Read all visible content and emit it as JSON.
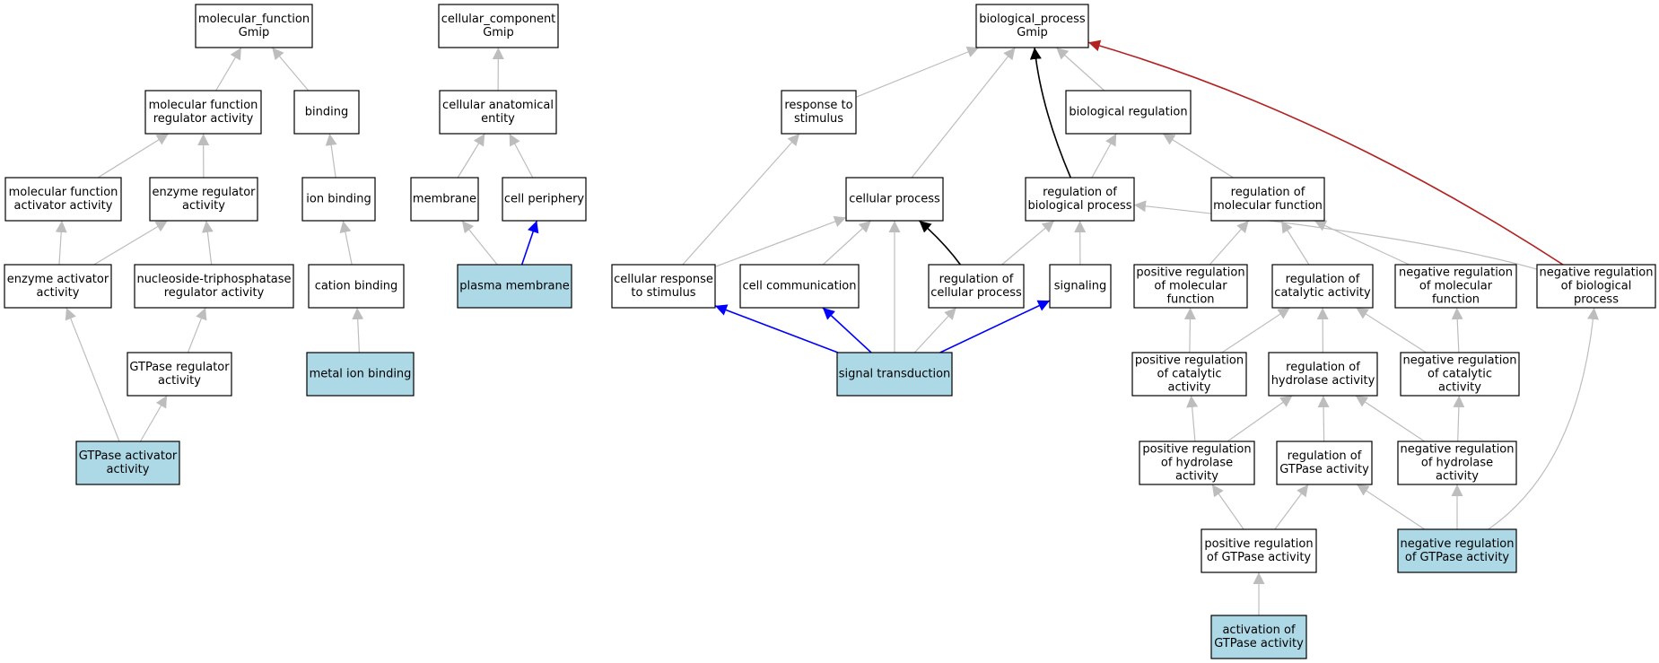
{
  "colors": {
    "node_fill": "#ffffff",
    "node_highlight": "#add8e6",
    "edge_default": "#bdbdbd",
    "edge_blue": "#0000ff",
    "edge_black": "#000000",
    "edge_red": "#b22222"
  },
  "nodes": [
    {
      "id": "mf_root",
      "lines": [
        "molecular_function",
        "Gmip"
      ],
      "highlight": false
    },
    {
      "id": "cc_root",
      "lines": [
        "cellular_component",
        "Gmip"
      ],
      "highlight": false
    },
    {
      "id": "bp_root",
      "lines": [
        "biological_process",
        "Gmip"
      ],
      "highlight": false
    },
    {
      "id": "mf_reg",
      "lines": [
        "molecular function",
        "regulator activity"
      ],
      "highlight": false
    },
    {
      "id": "binding",
      "lines": [
        "binding"
      ],
      "highlight": false
    },
    {
      "id": "cae",
      "lines": [
        "cellular anatomical",
        "entity"
      ],
      "highlight": false
    },
    {
      "id": "resp_stim",
      "lines": [
        "response to",
        "stimulus"
      ],
      "highlight": false
    },
    {
      "id": "bio_reg",
      "lines": [
        "biological regulation"
      ],
      "highlight": false
    },
    {
      "id": "mf_act",
      "lines": [
        "molecular function",
        "activator activity"
      ],
      "highlight": false
    },
    {
      "id": "enz_reg",
      "lines": [
        "enzyme regulator",
        "activity"
      ],
      "highlight": false
    },
    {
      "id": "ion_binding",
      "lines": [
        "ion binding"
      ],
      "highlight": false
    },
    {
      "id": "membrane",
      "lines": [
        "membrane"
      ],
      "highlight": false
    },
    {
      "id": "cell_periph",
      "lines": [
        "cell periphery"
      ],
      "highlight": false
    },
    {
      "id": "cell_proc",
      "lines": [
        "cellular process"
      ],
      "highlight": false
    },
    {
      "id": "reg_bp",
      "lines": [
        "regulation of",
        "biological process"
      ],
      "highlight": false
    },
    {
      "id": "reg_mf",
      "lines": [
        "regulation of",
        "molecular function"
      ],
      "highlight": false
    },
    {
      "id": "enz_act",
      "lines": [
        "enzyme activator",
        "activity"
      ],
      "highlight": false
    },
    {
      "id": "ntp_reg",
      "lines": [
        "nucleoside-triphosphatase",
        "regulator activity"
      ],
      "highlight": false
    },
    {
      "id": "cation",
      "lines": [
        "cation binding"
      ],
      "highlight": false
    },
    {
      "id": "plasma",
      "lines": [
        "plasma membrane"
      ],
      "highlight": true
    },
    {
      "id": "cell_resp",
      "lines": [
        "cellular response",
        "to stimulus"
      ],
      "highlight": false
    },
    {
      "id": "cell_comm",
      "lines": [
        "cell communication"
      ],
      "highlight": false
    },
    {
      "id": "reg_cp",
      "lines": [
        "regulation of",
        "cellular process"
      ],
      "highlight": false
    },
    {
      "id": "signaling",
      "lines": [
        "signaling"
      ],
      "highlight": false
    },
    {
      "id": "pos_reg_mf",
      "lines": [
        "positive regulation",
        "of molecular",
        "function"
      ],
      "highlight": false
    },
    {
      "id": "reg_cat",
      "lines": [
        "regulation of",
        "catalytic activity"
      ],
      "highlight": false
    },
    {
      "id": "neg_reg_mf",
      "lines": [
        "negative regulation",
        "of molecular",
        "function"
      ],
      "highlight": false
    },
    {
      "id": "neg_reg_bp",
      "lines": [
        "negative regulation",
        "of biological",
        "process"
      ],
      "highlight": false
    },
    {
      "id": "gtpase_reg",
      "lines": [
        "GTPase regulator",
        "activity"
      ],
      "highlight": false
    },
    {
      "id": "metal",
      "lines": [
        "metal ion binding"
      ],
      "highlight": true
    },
    {
      "id": "sig_trans",
      "lines": [
        "signal transduction"
      ],
      "highlight": true
    },
    {
      "id": "pos_reg_cat",
      "lines": [
        "positive regulation",
        "of catalytic",
        "activity"
      ],
      "highlight": false
    },
    {
      "id": "reg_hyd",
      "lines": [
        "regulation of",
        "hydrolase activity"
      ],
      "highlight": false
    },
    {
      "id": "neg_reg_cat",
      "lines": [
        "negative regulation",
        "of catalytic",
        "activity"
      ],
      "highlight": false
    },
    {
      "id": "gtpase_act",
      "lines": [
        "GTPase activator",
        "activity"
      ],
      "highlight": true
    },
    {
      "id": "pos_reg_hyd",
      "lines": [
        "positive regulation",
        "of hydrolase",
        "activity"
      ],
      "highlight": false
    },
    {
      "id": "reg_gtpase",
      "lines": [
        "regulation of",
        "GTPase activity"
      ],
      "highlight": false
    },
    {
      "id": "neg_reg_hyd",
      "lines": [
        "negative regulation",
        "of hydrolase",
        "activity"
      ],
      "highlight": false
    },
    {
      "id": "pos_reg_gtpase",
      "lines": [
        "positive regulation",
        "of GTPase activity"
      ],
      "highlight": false
    },
    {
      "id": "neg_reg_gtpase",
      "lines": [
        "negative regulation",
        "of GTPase activity"
      ],
      "highlight": true
    },
    {
      "id": "act_gtpase",
      "lines": [
        "activation of",
        "GTPase activity"
      ],
      "highlight": true
    }
  ],
  "edges": [
    {
      "from": "mf_reg",
      "to": "mf_root",
      "color": "gray"
    },
    {
      "from": "binding",
      "to": "mf_root",
      "color": "gray"
    },
    {
      "from": "mf_act",
      "to": "mf_reg",
      "color": "gray"
    },
    {
      "from": "enz_reg",
      "to": "mf_reg",
      "color": "gray"
    },
    {
      "from": "enz_act",
      "to": "mf_act",
      "color": "gray"
    },
    {
      "from": "enz_act",
      "to": "enz_reg",
      "color": "gray"
    },
    {
      "from": "ntp_reg",
      "to": "enz_reg",
      "color": "gray"
    },
    {
      "from": "gtpase_reg",
      "to": "ntp_reg",
      "color": "gray"
    },
    {
      "from": "gtpase_act",
      "to": "enz_act",
      "color": "gray"
    },
    {
      "from": "gtpase_act",
      "to": "gtpase_reg",
      "color": "gray"
    },
    {
      "from": "ion_binding",
      "to": "binding",
      "color": "gray"
    },
    {
      "from": "cation",
      "to": "ion_binding",
      "color": "gray"
    },
    {
      "from": "metal",
      "to": "cation",
      "color": "gray"
    },
    {
      "from": "cae",
      "to": "cc_root",
      "color": "gray"
    },
    {
      "from": "membrane",
      "to": "cae",
      "color": "gray"
    },
    {
      "from": "cell_periph",
      "to": "cae",
      "color": "gray"
    },
    {
      "from": "plasma",
      "to": "membrane",
      "color": "gray"
    },
    {
      "from": "plasma",
      "to": "cell_periph",
      "color": "blue"
    },
    {
      "from": "resp_stim",
      "to": "bp_root",
      "color": "gray"
    },
    {
      "from": "cell_proc",
      "to": "bp_root",
      "color": "gray"
    },
    {
      "from": "reg_bp",
      "to": "bp_root",
      "color": "black"
    },
    {
      "from": "bio_reg",
      "to": "bp_root",
      "color": "gray"
    },
    {
      "from": "neg_reg_bp",
      "to": "bp_root",
      "color": "red"
    },
    {
      "from": "reg_bp",
      "to": "bio_reg",
      "color": "gray"
    },
    {
      "from": "reg_mf",
      "to": "bio_reg",
      "color": "gray"
    },
    {
      "from": "cell_resp",
      "to": "resp_stim",
      "color": "gray"
    },
    {
      "from": "cell_resp",
      "to": "cell_proc",
      "color": "gray"
    },
    {
      "from": "cell_comm",
      "to": "cell_proc",
      "color": "gray"
    },
    {
      "from": "sig_trans",
      "to": "cell_proc",
      "color": "gray"
    },
    {
      "from": "reg_cp",
      "to": "cell_proc",
      "color": "black"
    },
    {
      "from": "reg_cp",
      "to": "reg_bp",
      "color": "gray"
    },
    {
      "from": "signaling",
      "to": "reg_bp",
      "color": "gray"
    },
    {
      "from": "neg_reg_bp",
      "to": "reg_bp",
      "color": "gray"
    },
    {
      "from": "sig_trans",
      "to": "cell_resp",
      "color": "blue"
    },
    {
      "from": "sig_trans",
      "to": "cell_comm",
      "color": "blue"
    },
    {
      "from": "sig_trans",
      "to": "reg_cp",
      "color": "gray"
    },
    {
      "from": "sig_trans",
      "to": "signaling",
      "color": "blue"
    },
    {
      "from": "pos_reg_mf",
      "to": "reg_mf",
      "color": "gray"
    },
    {
      "from": "reg_cat",
      "to": "reg_mf",
      "color": "gray"
    },
    {
      "from": "neg_reg_mf",
      "to": "reg_mf",
      "color": "gray"
    },
    {
      "from": "pos_reg_cat",
      "to": "pos_reg_mf",
      "color": "gray"
    },
    {
      "from": "pos_reg_cat",
      "to": "reg_cat",
      "color": "gray"
    },
    {
      "from": "reg_hyd",
      "to": "reg_cat",
      "color": "gray"
    },
    {
      "from": "neg_reg_cat",
      "to": "reg_cat",
      "color": "gray"
    },
    {
      "from": "neg_reg_cat",
      "to": "neg_reg_mf",
      "color": "gray"
    },
    {
      "from": "pos_reg_hyd",
      "to": "pos_reg_cat",
      "color": "gray"
    },
    {
      "from": "pos_reg_hyd",
      "to": "reg_hyd",
      "color": "gray"
    },
    {
      "from": "reg_gtpase",
      "to": "reg_hyd",
      "color": "gray"
    },
    {
      "from": "neg_reg_hyd",
      "to": "reg_hyd",
      "color": "gray"
    },
    {
      "from": "neg_reg_hyd",
      "to": "neg_reg_cat",
      "color": "gray"
    },
    {
      "from": "pos_reg_gtpase",
      "to": "pos_reg_hyd",
      "color": "gray"
    },
    {
      "from": "pos_reg_gtpase",
      "to": "reg_gtpase",
      "color": "gray"
    },
    {
      "from": "neg_reg_gtpase",
      "to": "reg_gtpase",
      "color": "gray"
    },
    {
      "from": "neg_reg_gtpase",
      "to": "neg_reg_hyd",
      "color": "gray"
    },
    {
      "from": "neg_reg_gtpase",
      "to": "neg_reg_bp",
      "color": "gray"
    },
    {
      "from": "act_gtpase",
      "to": "pos_reg_gtpase",
      "color": "gray"
    }
  ]
}
